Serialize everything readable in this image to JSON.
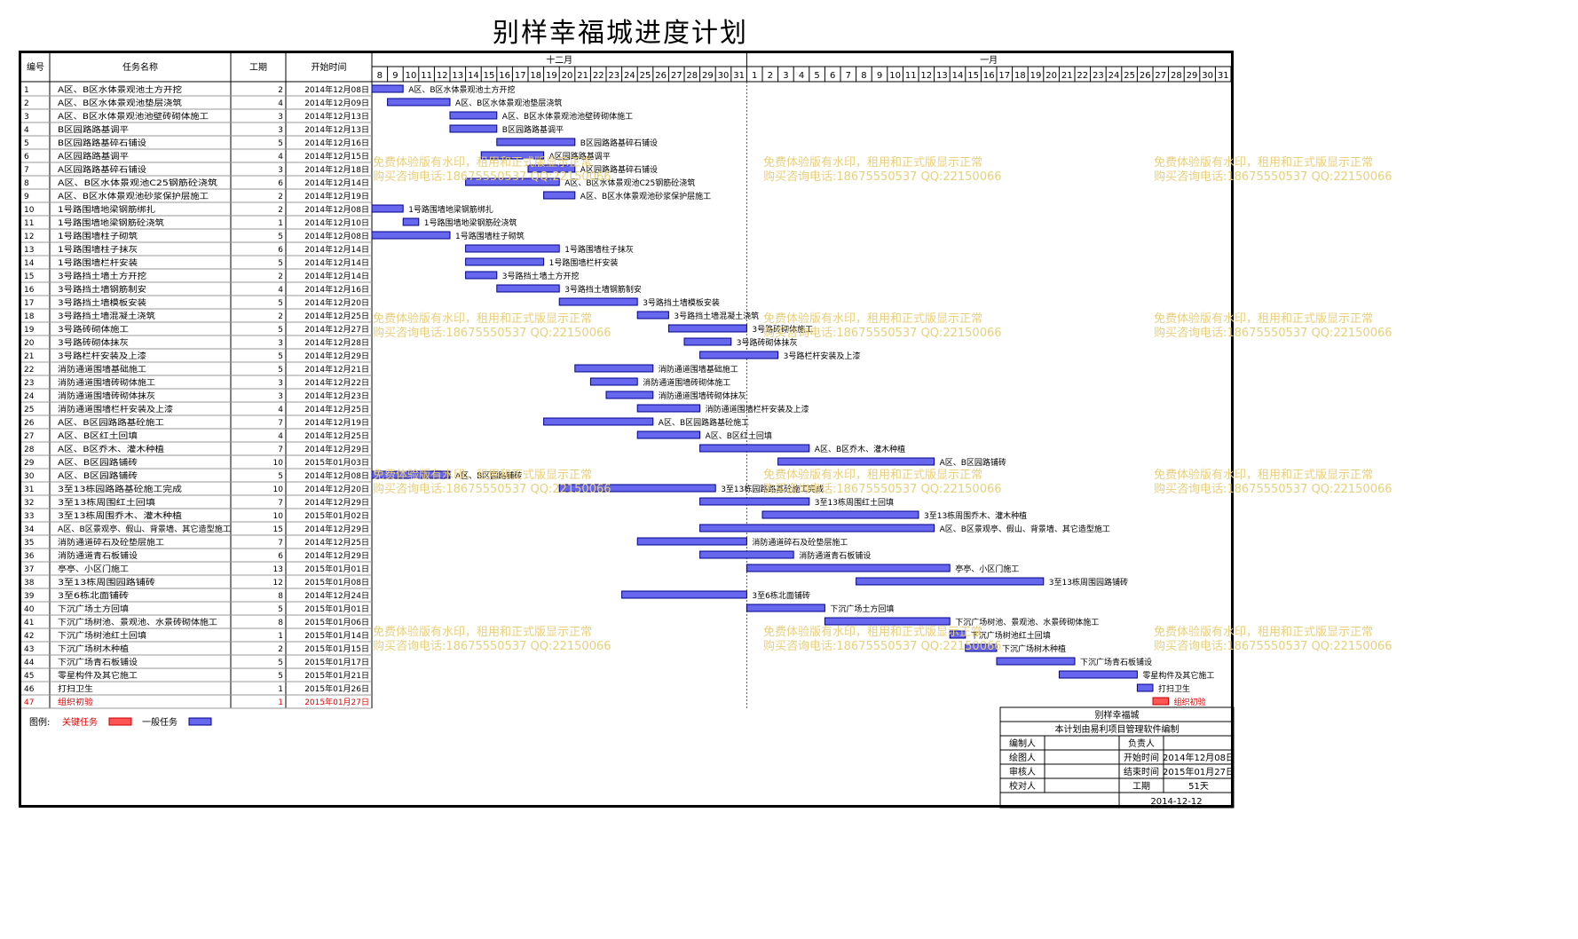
{
  "title": "别样幸福城进度计划",
  "table_headers": {
    "id": "编号",
    "name": "任务名称",
    "duration": "工期",
    "start": "开始时间"
  },
  "months": [
    "十二月",
    "一月"
  ],
  "day_labels": [
    "8",
    "9",
    "10",
    "11",
    "12",
    "13",
    "14",
    "15",
    "16",
    "17",
    "18",
    "19",
    "20",
    "21",
    "22",
    "23",
    "24",
    "25",
    "26",
    "27",
    "28",
    "29",
    "30",
    "31",
    "1",
    "2",
    "3",
    "4",
    "5",
    "6",
    "7",
    "8",
    "9",
    "10",
    "11",
    "12",
    "13",
    "14",
    "15",
    "16",
    "17",
    "18",
    "19",
    "20",
    "21",
    "22",
    "23",
    "24",
    "25",
    "26",
    "27",
    "28",
    "29",
    "30",
    "31"
  ],
  "watermark": {
    "line1": "免费体验版有水印，租用和正式版显示正常",
    "line2": "购买咨询电话:18675550537 QQ:22150066"
  },
  "legend": {
    "label": "图例:",
    "critical": "关键任务",
    "normal": "一般任务"
  },
  "colors": {
    "bar": "#6666ee",
    "bar_border": "#00008b",
    "critical": "#ff5555",
    "critical_text": "#e00000",
    "watermark": "#e8cf7c"
  },
  "info_block": {
    "project": "别样幸福城",
    "note": "本计划由易利项目管理软件编制",
    "rows": [
      [
        "编制人",
        "",
        "负责人",
        ""
      ],
      [
        "绘图人",
        "",
        "开始时间",
        "2014年12月08日"
      ],
      [
        "审核人",
        "",
        "结束时间",
        "2015年01月27日"
      ],
      [
        "校对人",
        "",
        "工期",
        "51天"
      ]
    ],
    "date": "2014-12-12"
  },
  "chart_data": {
    "type": "gantt",
    "timeline_start": "2014-12-08",
    "timeline_end": "2015-01-31",
    "tasks": [
      {
        "id": 1,
        "name": "A区、B区水体景观池土方开挖",
        "duration": 2,
        "start": "2014年12月08日",
        "bar_label": "A区、B区水体景观池土方开挖",
        "critical": false
      },
      {
        "id": 2,
        "name": "A区、B区水体景观池垫层浇筑",
        "duration": 4,
        "start": "2014年12月09日",
        "bar_label": "A区、B区水体景观池垫层浇筑",
        "critical": false
      },
      {
        "id": 3,
        "name": "A区、B区水体景观池池壁砖砌体施工",
        "duration": 3,
        "start": "2014年12月13日",
        "bar_label": "A区、B区水体景观池池壁砖砌体施工",
        "critical": false
      },
      {
        "id": 4,
        "name": "B区园路路基调平",
        "duration": 3,
        "start": "2014年12月13日",
        "bar_label": "B区园路路基调平",
        "critical": false
      },
      {
        "id": 5,
        "name": "B区园路路基碎石铺设",
        "duration": 5,
        "start": "2014年12月16日",
        "bar_label": "B区园路路基碎石铺设",
        "critical": false
      },
      {
        "id": 6,
        "name": "A区园路路基调平",
        "duration": 4,
        "start": "2014年12月15日",
        "bar_label": "A区园路路基调平",
        "critical": false
      },
      {
        "id": 7,
        "name": "A区园路路基碎石铺设",
        "duration": 3,
        "start": "2014年12月18日",
        "bar_label": "A区园路路基碎石铺设",
        "critical": false
      },
      {
        "id": 8,
        "name": "A区、B区水体景观池C25钢筋砼浇筑",
        "duration": 6,
        "start": "2014年12月14日",
        "bar_label": "A区、B区水体景观池C25钢筋砼浇筑",
        "critical": false
      },
      {
        "id": 9,
        "name": "A区、B区水体景观池砂浆保护层施工",
        "duration": 2,
        "start": "2014年12月19日",
        "bar_label": "A区、B区水体景观池砂浆保护层施工",
        "critical": false
      },
      {
        "id": 10,
        "name": "1号路围墙地梁钢筋绑扎",
        "duration": 2,
        "start": "2014年12月08日",
        "bar_label": "1号路围墙地梁钢筋绑扎",
        "critical": false
      },
      {
        "id": 11,
        "name": "1号路围墙地梁钢筋砼浇筑",
        "duration": 1,
        "start": "2014年12月10日",
        "bar_label": "1号路围墙地梁钢筋砼浇筑",
        "critical": false
      },
      {
        "id": 12,
        "name": "1号路围墙柱子砌筑",
        "duration": 5,
        "start": "2014年12月08日",
        "bar_label": "1号路围墙柱子砌筑",
        "critical": false
      },
      {
        "id": 13,
        "name": "1号路围墙柱子抹灰",
        "duration": 6,
        "start": "2014年12月14日",
        "bar_label": "1号路围墙柱子抹灰",
        "critical": false
      },
      {
        "id": 14,
        "name": "1号路围墙栏杆安装",
        "duration": 5,
        "start": "2014年12月14日",
        "bar_label": "1号路围墙栏杆安装",
        "critical": false
      },
      {
        "id": 15,
        "name": "3号路挡土墙土方开挖",
        "duration": 2,
        "start": "2014年12月14日",
        "bar_label": "3号路挡土墙土方开挖",
        "critical": false
      },
      {
        "id": 16,
        "name": "3号路挡土墙钢筋制安",
        "duration": 4,
        "start": "2014年12月16日",
        "bar_label": "3号路挡土墙钢筋制安",
        "critical": false
      },
      {
        "id": 17,
        "name": "3号路挡土墙模板安装",
        "duration": 5,
        "start": "2014年12月20日",
        "bar_label": "3号路挡土墙模板安装",
        "critical": false
      },
      {
        "id": 18,
        "name": "3号路挡土墙混凝土浇筑",
        "duration": 2,
        "start": "2014年12月25日",
        "bar_label": "3号路挡土墙混凝土浇筑",
        "critical": false
      },
      {
        "id": 19,
        "name": "3号路砖砌体施工",
        "duration": 5,
        "start": "2014年12月27日",
        "bar_label": "3号路砖砌体施工",
        "critical": false
      },
      {
        "id": 20,
        "name": "3号路砖砌体抹灰",
        "duration": 3,
        "start": "2014年12月28日",
        "bar_label": "3号路砖砌体抹灰",
        "critical": false
      },
      {
        "id": 21,
        "name": "3号路栏杆安装及上漆",
        "duration": 5,
        "start": "2014年12月29日",
        "bar_label": "3号路栏杆安装及上漆",
        "critical": false
      },
      {
        "id": 22,
        "name": "消防通道围墙基础施工",
        "duration": 5,
        "start": "2014年12月21日",
        "bar_label": "消防通道围墙基础施工",
        "critical": false
      },
      {
        "id": 23,
        "name": "消防通道围墙砖砌体施工",
        "duration": 3,
        "start": "2014年12月22日",
        "bar_label": "消防通道围墙砖砌体施工",
        "critical": false
      },
      {
        "id": 24,
        "name": "消防通道围墙砖砌体抹灰",
        "duration": 3,
        "start": "2014年12月23日",
        "bar_label": "消防通道围墙砖砌体抹灰",
        "critical": false
      },
      {
        "id": 25,
        "name": "消防通道围墙栏杆安装及上漆",
        "duration": 4,
        "start": "2014年12月25日",
        "bar_label": "消防通道围墙栏杆安装及上漆",
        "critical": false
      },
      {
        "id": 26,
        "name": "A区、B区园路路基砼施工",
        "duration": 7,
        "start": "2014年12月19日",
        "bar_label": "A区、B区园路路基砼施工",
        "critical": false
      },
      {
        "id": 27,
        "name": "A区、B区红土回填",
        "duration": 4,
        "start": "2014年12月25日",
        "bar_label": "A区、B区红土回填",
        "critical": false
      },
      {
        "id": 28,
        "name": "A区、B区乔木、灌木种植",
        "duration": 7,
        "start": "2014年12月29日",
        "bar_label": "A区、B区乔木、灌木种植",
        "critical": false
      },
      {
        "id": 29,
        "name": "A区、B区园路铺砖",
        "duration": 10,
        "start": "2015年01月03日",
        "bar_label": "A区、B区园路铺砖",
        "critical": false
      },
      {
        "id": 30,
        "name": "A区、B区园路铺砖",
        "duration": 5,
        "start": "2014年12月08日",
        "bar_label": "A区、B区园路铺砖",
        "critical": false
      },
      {
        "id": 31,
        "name": "3至13栋园路路基砼施工完成",
        "duration": 10,
        "start": "2014年12月20日",
        "bar_label": "3至13栋园路路基砼施工完成",
        "critical": false
      },
      {
        "id": 32,
        "name": "3至13栋周围红土回填",
        "duration": 7,
        "start": "2014年12月29日",
        "bar_label": "3至13栋周围红土回填",
        "critical": false
      },
      {
        "id": 33,
        "name": "3至13栋周围乔木、灌木种植",
        "duration": 10,
        "start": "2015年01月02日",
        "bar_label": "3至13栋周围乔木、灌木种植",
        "critical": false
      },
      {
        "id": 34,
        "name": "A区、B区景观亭、假山、背景墙、其它造型施工",
        "duration": 15,
        "start": "2014年12月29日",
        "bar_label": "A区、B区景观亭、假山、背景墙、其它造型施工",
        "critical": false
      },
      {
        "id": 35,
        "name": "消防通道碎石及砼垫层施工",
        "duration": 7,
        "start": "2014年12月25日",
        "bar_label": "消防通道碎石及砼垫层施工",
        "critical": false
      },
      {
        "id": 36,
        "name": "消防通道青石板铺设",
        "duration": 6,
        "start": "2014年12月29日",
        "bar_label": "消防通道青石板铺设",
        "critical": false
      },
      {
        "id": 37,
        "name": "亭亭、小区门施工",
        "duration": 13,
        "start": "2015年01月01日",
        "bar_label": "亭亭、小区门施工",
        "critical": false
      },
      {
        "id": 38,
        "name": "3至13栋周围园路铺砖",
        "duration": 12,
        "start": "2015年01月08日",
        "bar_label": "3至13栋周围园路铺砖",
        "critical": false
      },
      {
        "id": 39,
        "name": "3至6栋北面铺砖",
        "duration": 8,
        "start": "2014年12月24日",
        "bar_label": "3至6栋北面铺砖",
        "critical": false
      },
      {
        "id": 40,
        "name": "下沉广场土方回填",
        "duration": 5,
        "start": "2015年01月01日",
        "bar_label": "下沉广场土方回填",
        "critical": false
      },
      {
        "id": 41,
        "name": "下沉广场树池、景观池、水景砖砌体施工",
        "duration": 8,
        "start": "2015年01月06日",
        "bar_label": "下沉广场树池、景观池、水景砖砌体施工",
        "critical": false
      },
      {
        "id": 42,
        "name": "下沉广场树池红土回填",
        "duration": 1,
        "start": "2015年01月14日",
        "bar_label": "下沉广场树池红土回填",
        "critical": false
      },
      {
        "id": 43,
        "name": "下沉广场树木种植",
        "duration": 2,
        "start": "2015年01月15日",
        "bar_label": "下沉广场树木种植",
        "critical": false
      },
      {
        "id": 44,
        "name": "下沉广场青石板铺设",
        "duration": 5,
        "start": "2015年01月17日",
        "bar_label": "下沉广场青石板铺设",
        "critical": false
      },
      {
        "id": 45,
        "name": "零星构件及其它施工",
        "duration": 5,
        "start": "2015年01月21日",
        "bar_label": "零星构件及其它施工",
        "critical": false
      },
      {
        "id": 46,
        "name": "打扫卫生",
        "duration": 1,
        "start": "2015年01月26日",
        "bar_label": "打扫卫生",
        "critical": false
      },
      {
        "id": 47,
        "name": "组织初验",
        "duration": 1,
        "start": "2015年01月27日",
        "bar_label": "组织初验",
        "critical": true
      }
    ]
  }
}
